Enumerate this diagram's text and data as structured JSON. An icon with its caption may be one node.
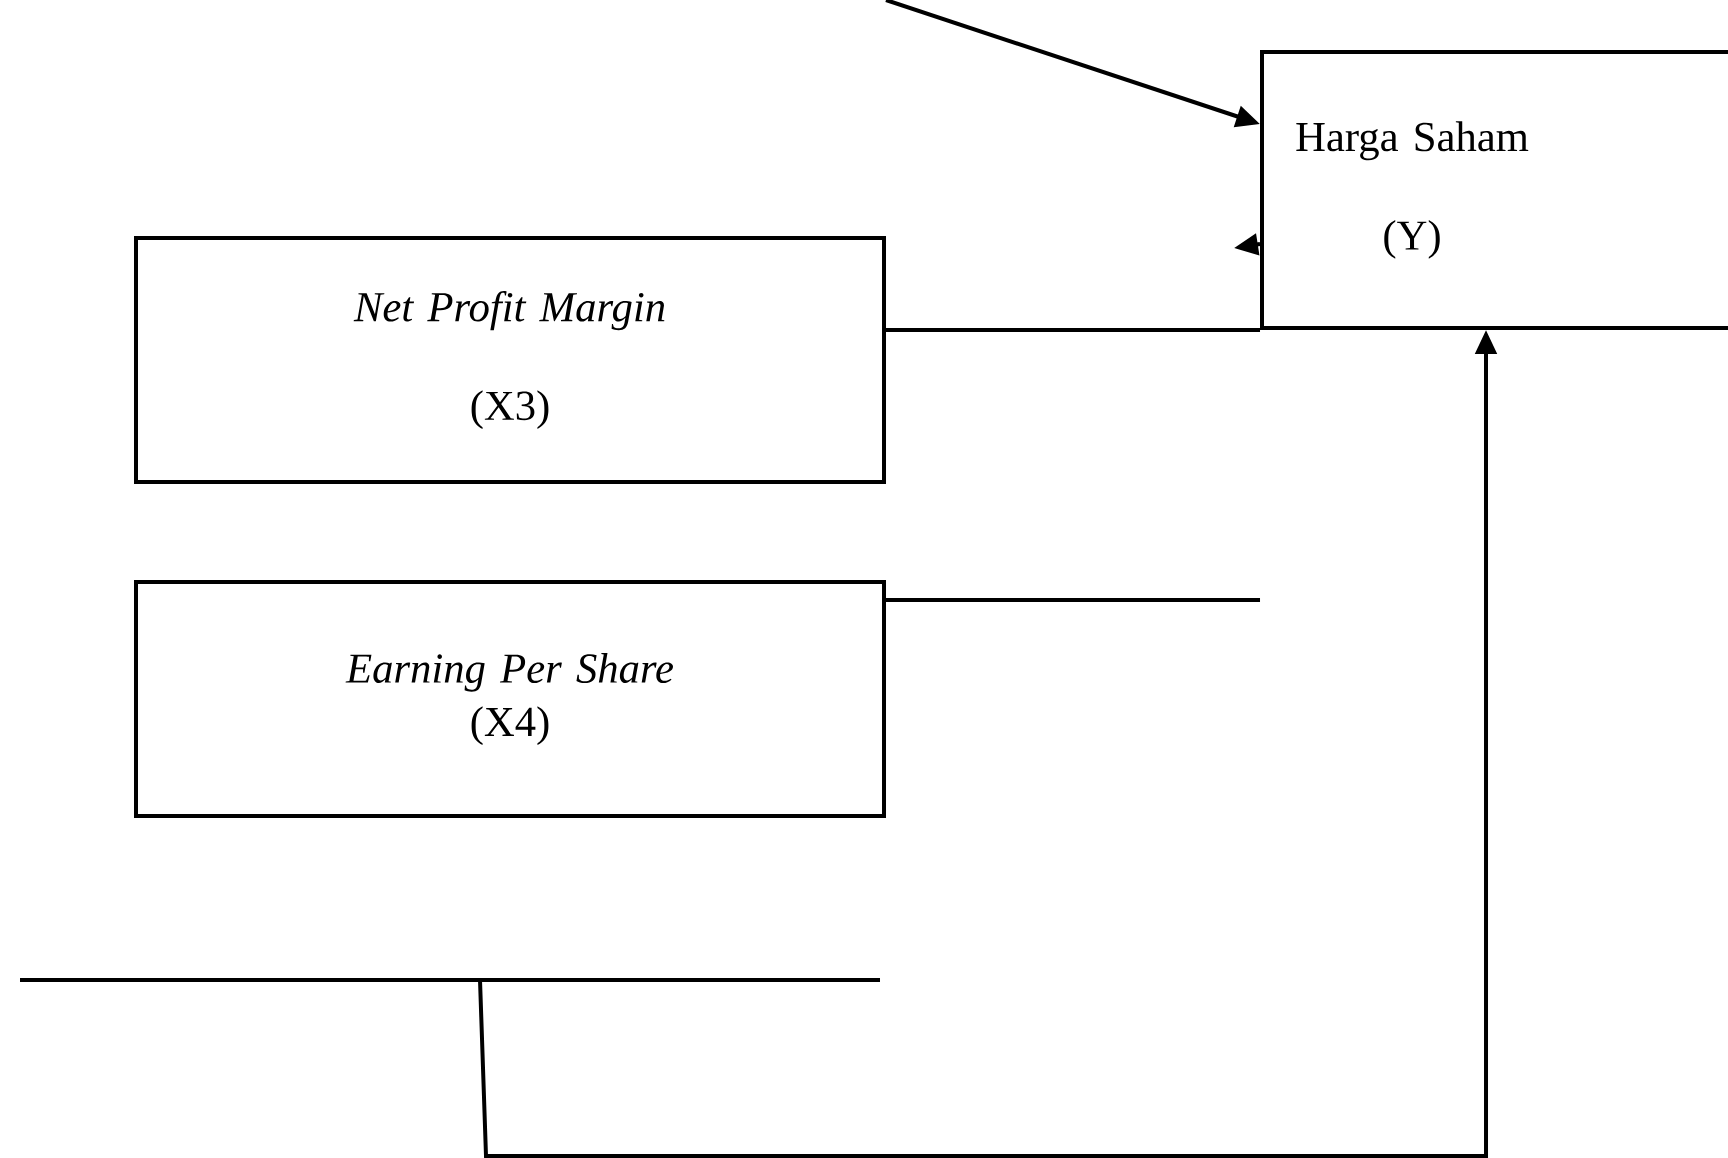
{
  "diagram": {
    "nodes": [
      {
        "text": [
          "Net Profit Margin",
          "(X3)"
        ]
      },
      {
        "text": [
          "Earning Per Share",
          "(X4)"
        ]
      },
      {
        "text": [
          "Harga Saham",
          "(Y)"
        ]
      }
    ],
    "edges": [
      {
        "from": null,
        "to": 2,
        "arrow": "to"
      },
      {
        "from": 2,
        "to": null,
        "arrow": "to"
      },
      {
        "from": 0,
        "to": 2,
        "arrow": "none"
      },
      {
        "from": 1,
        "to": null,
        "arrow": "none"
      },
      {
        "from": null,
        "to": 2,
        "arrow": "to"
      }
    ]
  }
}
